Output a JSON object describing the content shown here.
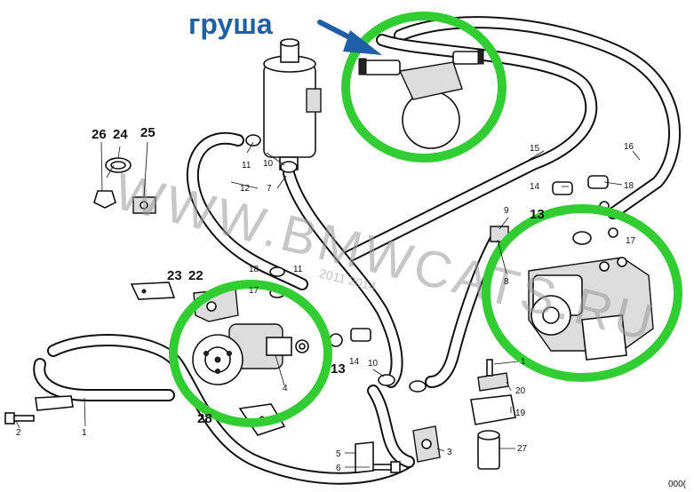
{
  "annotation": {
    "title": "груша",
    "arrow_color": "#1f5fa8",
    "highlight_color": "#32cd32"
  },
  "watermark": {
    "text": "WWW.BMWCATS.RU",
    "date": "2011 2014"
  },
  "corner_code": "000(",
  "callouts": {
    "c1": "1",
    "c2": "2",
    "c3": "3",
    "c4": "4",
    "c5": "5",
    "c6": "6",
    "c7": "7",
    "c8": "8",
    "c9": "9",
    "c10a": "10",
    "c10b": "10",
    "c11a": "11",
    "c11b": "11",
    "c12": "12",
    "c13a": "13",
    "c13b": "13",
    "c14a": "14",
    "c14b": "14",
    "c15": "15",
    "c16": "16",
    "c17a": "17",
    "c17b": "17",
    "c18a": "18",
    "c18b": "18",
    "c19": "19",
    "c20": "20",
    "c22": "22",
    "c23": "23",
    "c24": "24",
    "c25": "25",
    "c26": "26",
    "c27": "27",
    "c28": "28"
  }
}
